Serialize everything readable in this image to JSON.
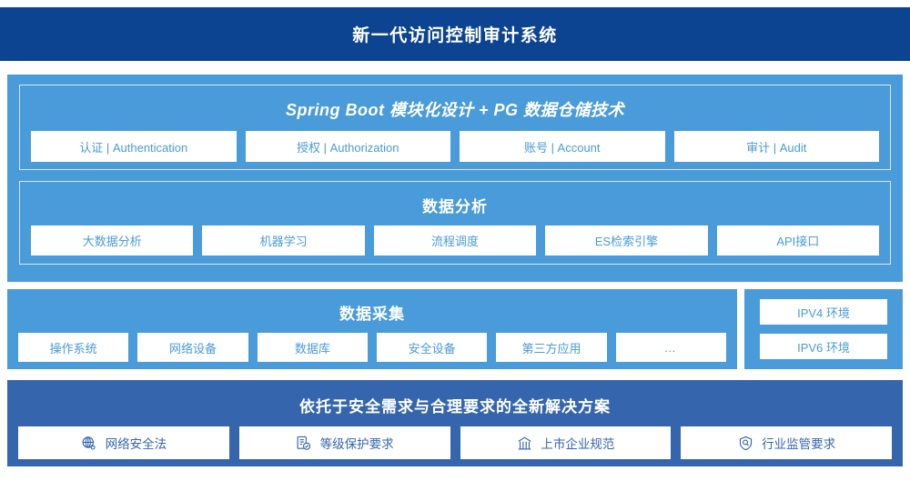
{
  "header": {
    "title": "新一代访问控制审计系统"
  },
  "colors": {
    "header_bg": "#0c4491",
    "panel_light": "#4a9bd9",
    "panel_dark": "#3566ad",
    "chip_bg": "#ffffff",
    "chip_text_light": "#4a9bd9",
    "chip_text_dark": "#3566ad",
    "group_border": "#d7e7f5"
  },
  "sections": {
    "platform": {
      "title": "Spring Boot 模块化设计 + PG 数据仓储技术",
      "chips": [
        {
          "label": "认证 | Authentication"
        },
        {
          "label": "授权 | Authorization"
        },
        {
          "label": "账号 | Account"
        },
        {
          "label": "审计 | Audit"
        }
      ]
    },
    "analysis": {
      "title": "数据分析",
      "chips": [
        {
          "label": "大数据分析"
        },
        {
          "label": "机器学习"
        },
        {
          "label": "流程调度"
        },
        {
          "label": "ES检索引擎"
        },
        {
          "label": "API接口"
        }
      ]
    },
    "collection": {
      "title": "数据采集",
      "chips": [
        {
          "label": "操作系统"
        },
        {
          "label": "网络设备"
        },
        {
          "label": "数据库"
        },
        {
          "label": "安全设备"
        },
        {
          "label": "第三方应用"
        },
        {
          "label": "…"
        }
      ]
    },
    "environment": {
      "chips": [
        {
          "label": "IPV4 环境"
        },
        {
          "label": "IPV6 环境"
        }
      ]
    },
    "compliance": {
      "title": "依托于安全需求与合理要求的全新解决方案",
      "chips": [
        {
          "label": "网络安全法",
          "icon": "globe-network-icon"
        },
        {
          "label": "等级保护要求",
          "icon": "document-check-icon"
        },
        {
          "label": "上市企业规范",
          "icon": "bank-building-icon"
        },
        {
          "label": "行业监管要求",
          "icon": "shield-search-icon"
        }
      ]
    }
  }
}
